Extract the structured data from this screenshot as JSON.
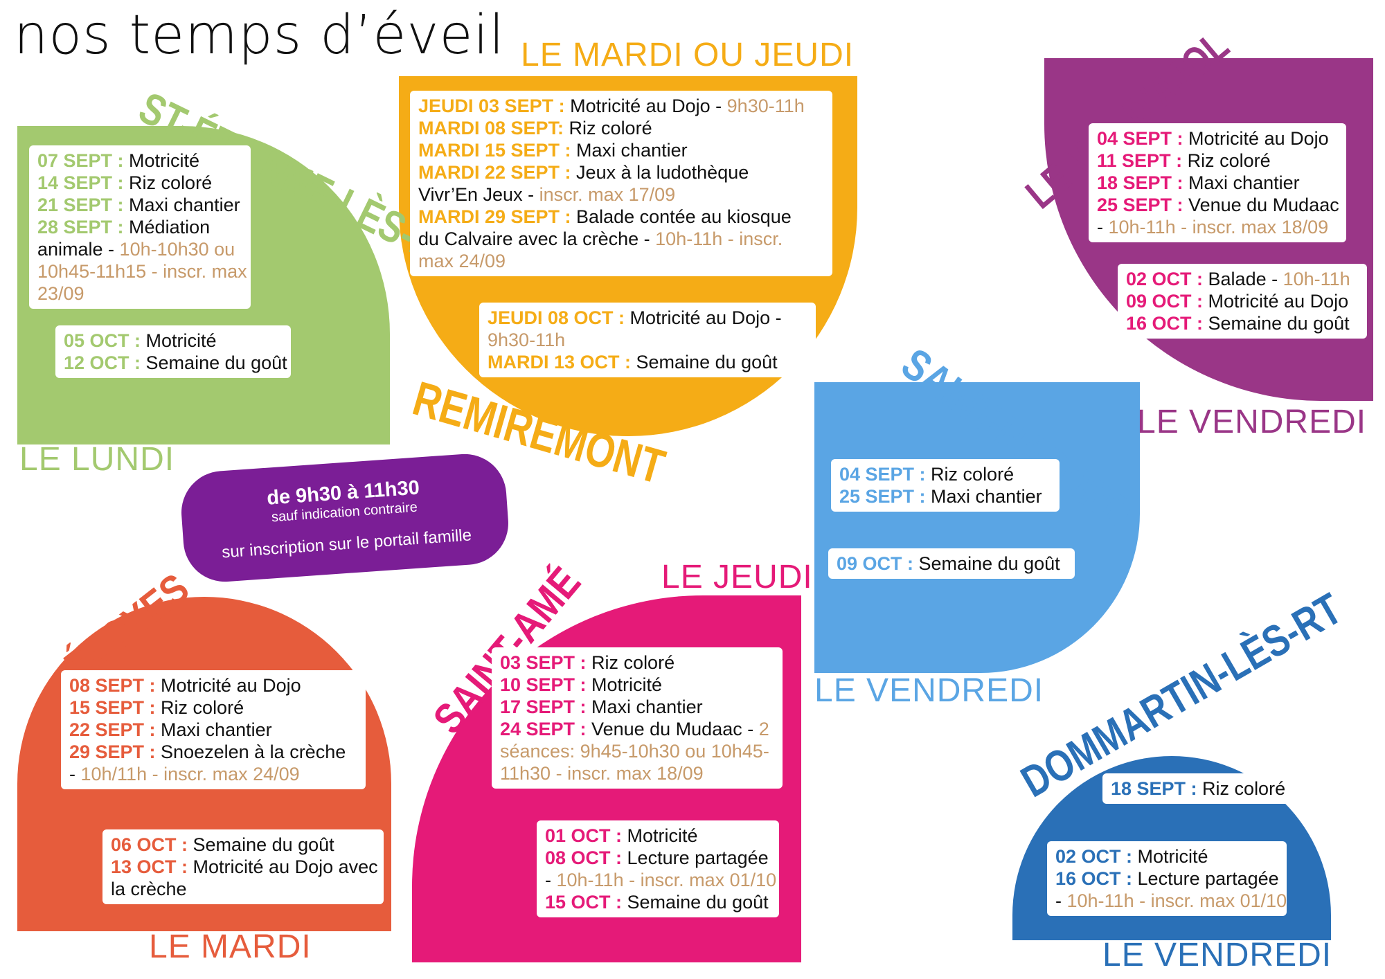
{
  "title": "nos temps d’éveil",
  "info": {
    "hours": "de 9h30 à 11h30",
    "exception": "sauf indication contraire",
    "registration": "sur inscription sur le portail famille"
  },
  "colors": {
    "st_etienne": "#a3c96f",
    "remiremont": "#f5ac16",
    "val_ajol": "#9a3687",
    "saint_nabord": "#5aa5e4",
    "eloyes": "#e65c3c",
    "saint_ame": "#e51a78",
    "dommartin": "#2a70b7",
    "pill": "#7b1e96"
  },
  "sections": {
    "st_etienne": {
      "town": "ST-ÉTIENNE-LÈS-RT",
      "day": "LE LUNDI",
      "box1": [
        {
          "date": "07 SEPT :",
          "text": " Motricité"
        },
        {
          "date": "14 SEPT :",
          "text": " Riz coloré"
        },
        {
          "date": "21 SEPT :",
          "text": " Maxi chantier"
        },
        {
          "date": "28 SEPT :",
          "text": " Médiation"
        },
        {
          "text": "animale - ",
          "note": "10h-10h30 ou"
        },
        {
          "note": "10h45-11h15 - inscr. max"
        },
        {
          "note": "23/09"
        }
      ],
      "box2": [
        {
          "date": "05 OCT :",
          "text": " Motricité"
        },
        {
          "date": "12 OCT :",
          "text": " Semaine du goût"
        }
      ]
    },
    "remiremont": {
      "town": "REMIREMONT",
      "day": "LE MARDI OU JEUDI",
      "box1": [
        {
          "date": "JEUDI 03 SEPT :",
          "text": " Motricité au Dojo - ",
          "note": "9h30-11h"
        },
        {
          "date": "MARDI 08 SEPT:",
          "text": " Riz coloré"
        },
        {
          "date": "MARDI 15 SEPT :",
          "text": " Maxi chantier"
        },
        {
          "date": "MARDI  22  SEPT  :",
          "text": "  Jeux  à  la  ludothèque"
        },
        {
          "text": "Vivr’En Jeux - ",
          "note": "inscr. max 17/09"
        },
        {
          "date": "MARDI 29 SEPT :",
          "text": " Balade contée au kiosque"
        },
        {
          "text": "du Calvaire avec la crèche - ",
          "note": "10h-11h - inscr."
        },
        {
          "note": "max 24/09"
        }
      ],
      "box2": [
        {
          "date": "JEUDI 08 OCT :",
          "text": " Motricité au Dojo -"
        },
        {
          "note": "9h30-11h"
        },
        {
          "date": "MARDI 13 OCT :",
          "text": " Semaine du goût"
        }
      ]
    },
    "val_ajol": {
      "town": "LE VAL-D’AJOL",
      "day": "LE VENDREDI",
      "box1": [
        {
          "date": "04 SEPT :",
          "text": " Motricité au Dojo"
        },
        {
          "date": "11 SEPT :",
          "text": " Riz coloré"
        },
        {
          "date": "18 SEPT :",
          "text": " Maxi chantier"
        },
        {
          "date": "25 SEPT :",
          "text": " Venue du Mudaac"
        },
        {
          "text": "- ",
          "note": "10h-11h - inscr. max 18/09"
        }
      ],
      "box2": [
        {
          "date": "02 OCT :",
          "text": " Balade - ",
          "note": "10h-11h"
        },
        {
          "date": "09 OCT :",
          "text": " Motricité au Dojo"
        },
        {
          "date": "16 OCT :",
          "text": " Semaine du goût"
        }
      ]
    },
    "saint_nabord": {
      "town": "SAINT-NABORD",
      "day": "LE VENDREDI",
      "box1": [
        {
          "date": "04 SEPT :",
          "text": " Riz coloré"
        },
        {
          "date": "25 SEPT :",
          "text": " Maxi chantier"
        }
      ],
      "box2": [
        {
          "date": "09 OCT :",
          "text": " Semaine du goût"
        }
      ]
    },
    "eloyes": {
      "town": "ÉLOYES",
      "day": "LE MARDI",
      "box1": [
        {
          "date": "08 SEPT :",
          "text": " Motricité au Dojo"
        },
        {
          "date": "15 SEPT :",
          "text": " Riz coloré"
        },
        {
          "date": "22 SEPT :",
          "text": " Maxi chantier"
        },
        {
          "date": "29 SEPT :",
          "text": " Snoezelen à la crèche"
        },
        {
          "text": "- ",
          "note": "10h/11h - inscr. max 24/09"
        }
      ],
      "box2": [
        {
          "date": "06 OCT :",
          "text": " Semaine du goût"
        },
        {
          "date": "13 OCT :",
          "text": " Motricité au Dojo avec"
        },
        {
          "text": "la crèche"
        }
      ]
    },
    "saint_ame": {
      "town": "SAINT-AMÉ",
      "day": "LE JEUDI",
      "box1": [
        {
          "date": "03 SEPT :",
          "text": " Riz coloré"
        },
        {
          "date": "10 SEPT :",
          "text": " Motricité"
        },
        {
          "date": "17 SEPT :",
          "text": " Maxi chantier"
        },
        {
          "date": "24 SEPT :",
          "text": " Venue du Mudaac - ",
          "note": "2"
        },
        {
          "note": "séances: 9h45-10h30 ou 10h45-"
        },
        {
          "note": "11h30 - inscr. max 18/09"
        }
      ],
      "box2": [
        {
          "date": "01 OCT :",
          "text": " Motricité"
        },
        {
          "date": "08 OCT :",
          "text": " Lecture partagée"
        },
        {
          "text": "- ",
          "note": "10h-11h - inscr. max 01/10"
        },
        {
          "date": "15 OCT :",
          "text": " Semaine du goût"
        }
      ]
    },
    "dommartin": {
      "town": "DOMMARTIN-LÈS-RT",
      "day": "LE VENDREDI",
      "box1": [
        {
          "date": "18 SEPT :",
          "text": " Riz coloré"
        }
      ],
      "box2": [
        {
          "date": "02 OCT :",
          "text": " Motricité"
        },
        {
          "date": "16 OCT :",
          "text": " Lecture partagée"
        },
        {
          "text": "- ",
          "note": "10h-11h - inscr. max 01/10"
        }
      ]
    }
  }
}
